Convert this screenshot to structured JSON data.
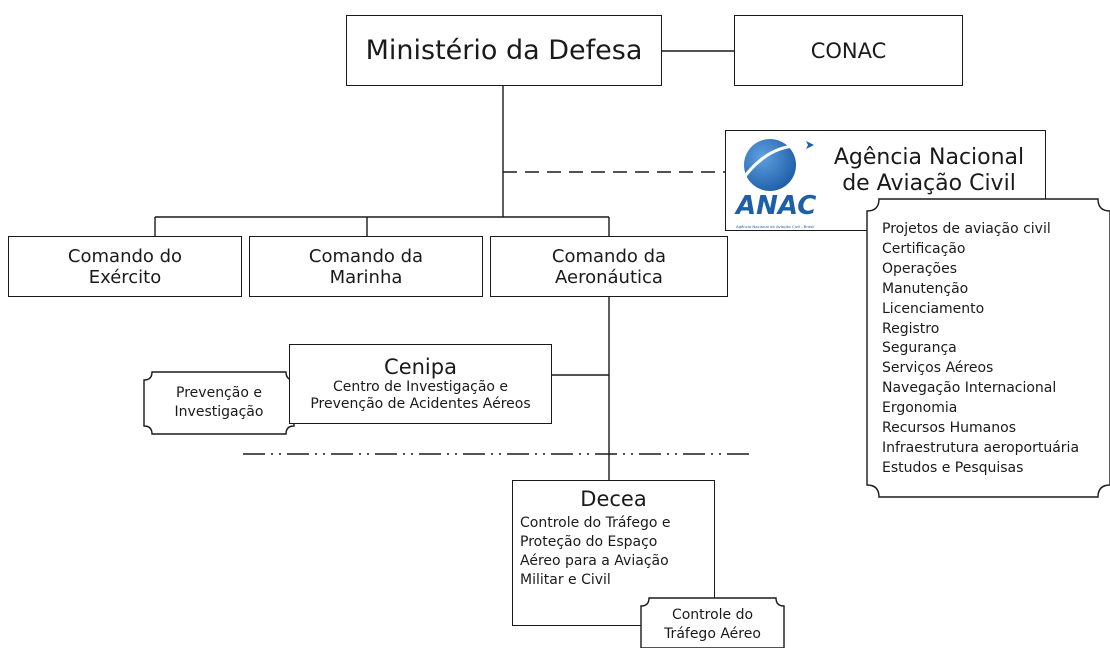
{
  "nodes": {
    "ministerio": "Ministério da Defesa",
    "conac": "CONAC",
    "anac": {
      "name_line1": "Agência Nacional",
      "name_line2": "de Aviação Civil",
      "logo_text": "ANAC",
      "logo_subtext": "Agência Nacional de Aviação Civil - Brasil",
      "logo_colors": {
        "globe": "#1f5fa8",
        "highlight": "#5fa0e0"
      }
    },
    "exercito": {
      "line1": "Comando do",
      "line2": "Exército"
    },
    "marinha": {
      "line1": "Comando da",
      "line2": "Marinha"
    },
    "aeronautica": {
      "line1": "Comando da",
      "line2": "Aeronáutica"
    },
    "cenipa": {
      "title": "Cenipa",
      "line1": "Centro de Investigação e",
      "line2": "Prevenção de Acidentes Aéreos"
    },
    "decea": {
      "title": "Decea",
      "lines": [
        "Controle do Tráfego e",
        "Proteção do Espaço",
        "Aéreo para a Aviação",
        "Militar e Civil"
      ]
    }
  },
  "tags": {
    "prevencao": {
      "line1": "Prevenção e",
      "line2": "Investigação"
    },
    "controle": {
      "line1": "Controle do",
      "line2": "Tráfego Aéreo"
    },
    "anac_functions": [
      "Projetos de aviação civil",
      "Certificação",
      "Operações",
      "Manutenção",
      "Licenciamento",
      "Registro",
      "Segurança",
      "Serviços Aéreos",
      "Navegação Internacional",
      "Ergonomia",
      "Recursos Humanos",
      "Infraestrutura aeroportuária",
      "Estudos e Pesquisas"
    ]
  },
  "colors": {
    "line": "#1a1a1a",
    "anac_blue": "#1f5fa8"
  }
}
